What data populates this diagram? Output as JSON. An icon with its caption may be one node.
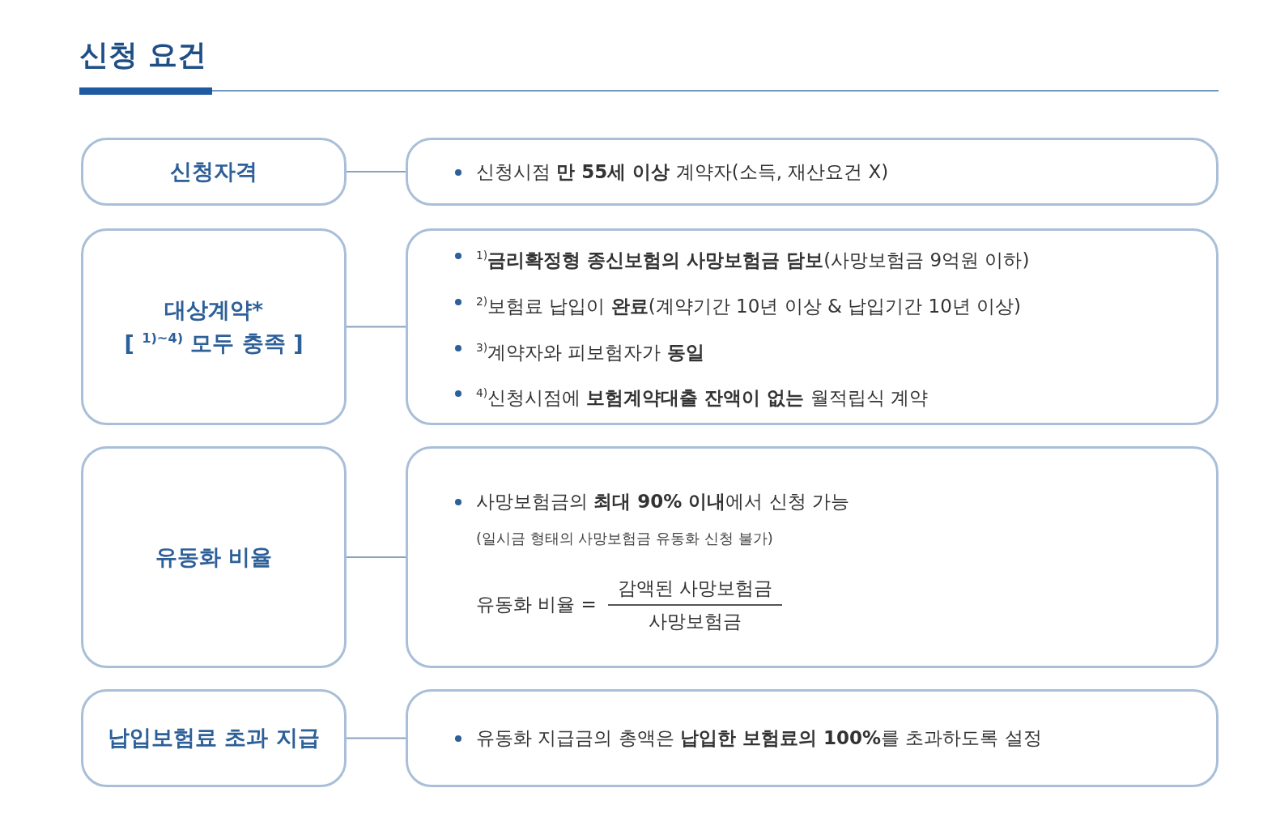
{
  "diagram": {
    "title": "신청 요건",
    "nodes": [
      {
        "text": [
          "신청자격"
        ]
      },
      {
        "text": [
          "신청시점 **만 55세 이상** 계약자(소득, 재산요건 X)"
        ]
      },
      {
        "text": [
          "대상계약*",
          "[ $^{1)~4)}$ 모두 충족 ]"
        ]
      },
      {
        "text": [
          "$^{1)}$**금리확정형 종신보험의 사망보험금 담보**(사망보험금 9억원 이하)",
          "$^{2)}$보험료 납입이 **완료**(계약기간 10년 이상 & 납입기간 10년 이상)",
          "$^{3)}$계약자와 피보험자가 **동일**",
          "$^{4)}$신청시점에 **보험계약대출 잔액이 없는** 월적립식 계약"
        ]
      },
      {
        "text": [
          "유동화 비율"
        ]
      },
      {
        "text": [
          "사망보험금의 **최대 90% 이내**에서 신청 가능",
          "(일시금 형태의 사망보험금 유동화 신청 불가)",
          "유동화 비율 =",
          "감액된 사망보험금",
          "사망보험금"
        ]
      },
      {
        "text": [
          "납입보험료 초과 지급"
        ]
      },
      {
        "text": [
          "유동화 지급금의 총액은 **납입한 보험료의 100%**를 초과하도록 설정"
        ]
      }
    ],
    "edges": [
      {
        "from": 0,
        "to": 1,
        "arrow": "none"
      },
      {
        "from": 2,
        "to": 3,
        "arrow": "none"
      },
      {
        "from": 4,
        "to": 5,
        "arrow": "none"
      },
      {
        "from": 6,
        "to": 7,
        "arrow": "none"
      }
    ]
  }
}
